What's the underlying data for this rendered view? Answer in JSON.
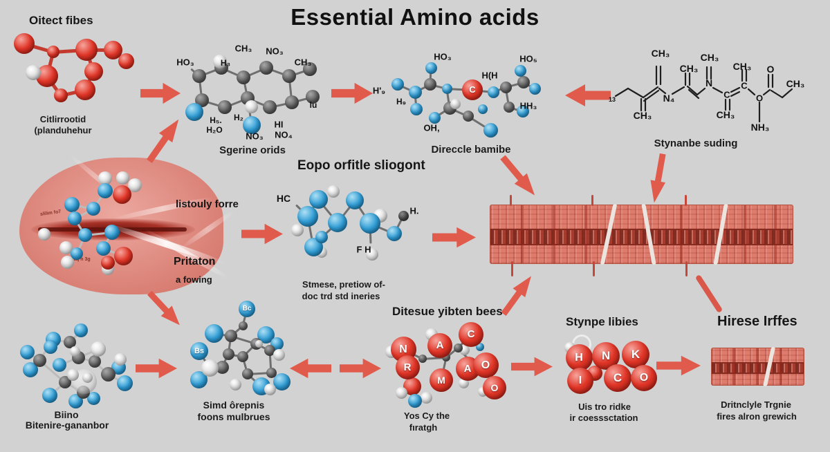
{
  "title": "Essential Amino acids",
  "colors": {
    "background": "#d2d2d2",
    "accent_arrow": "#e15b4d",
    "muscle_fiber": "#dd7b6c",
    "red_ball": "#d8281b",
    "blue_ball": "#2f9cd4",
    "gray_ball": "#5c5c5c"
  },
  "oitect": {
    "heading": "Oitect fibes",
    "caption_line1": "Citlirrootid",
    "caption_line2": "(planduhehur"
  },
  "sgerine": {
    "caption": "Sgerine orids",
    "labels": [
      "HO₃",
      "H₃",
      "CH₃",
      "NO₃",
      "CH₃",
      "lu",
      "H₅.",
      "H₂O",
      "H₂",
      "NO₃",
      "HI",
      "NO₄"
    ]
  },
  "direccle": {
    "caption": "Direccle bamibe",
    "c_label": "C",
    "labels": [
      "HO₃",
      "HO₅",
      "H(H",
      "H'₉",
      "H₉",
      "OH,",
      "HH₃"
    ]
  },
  "stynanbe": {
    "caption": "Stynanbe suding",
    "labels": [
      "CH₃",
      "CH₃",
      "CH₃",
      "CH₃",
      "O",
      "CH₃",
      "N₄",
      "N",
      "C",
      "C",
      "O",
      "13",
      "CH₃",
      "CH₃",
      "NH₃"
    ]
  },
  "blob": {
    "label_1": "listouly forre",
    "label_2": "Pritaton",
    "label_3": "a fowing",
    "tiny_1": "slilim fo7",
    "tiny_2": "dplaj h 3g"
  },
  "eopo": {
    "heading": "Eopo orfitle sliogont"
  },
  "stmese": {
    "caption_line1": "Stmese, pretiow of-",
    "caption_line2": "doc trd std ineries",
    "labels": [
      "HC",
      "H.",
      "F H"
    ]
  },
  "ditesue": {
    "heading": "Ditesue yibten bees"
  },
  "yos": {
    "ball_letters": [
      "N",
      "R",
      "A",
      "C",
      "A",
      "O",
      "M",
      "O"
    ],
    "caption_line1": "Yos Cy the",
    "caption_line2": "fıratgh"
  },
  "stynpe": {
    "heading": "Stynpe libies",
    "ball_letters": [
      "H",
      "N",
      "K",
      "I",
      "C",
      "O"
    ],
    "caption_line1": "Uis tro ridke",
    "caption_line2": "ir coesssctation"
  },
  "hirese": {
    "heading": "Hirese Irffes",
    "caption_line1": "Dritnclyle Trgnie",
    "caption_line2": "fires alron grewich"
  },
  "biino": {
    "caption_line1": "Biino",
    "caption_line2": "Bitenire-gananbor"
  },
  "simd": {
    "ball_letters": [
      "Bc",
      "Bs"
    ],
    "caption_line1": "Simd ôrepnis",
    "caption_line2": "foons mulbrues"
  }
}
